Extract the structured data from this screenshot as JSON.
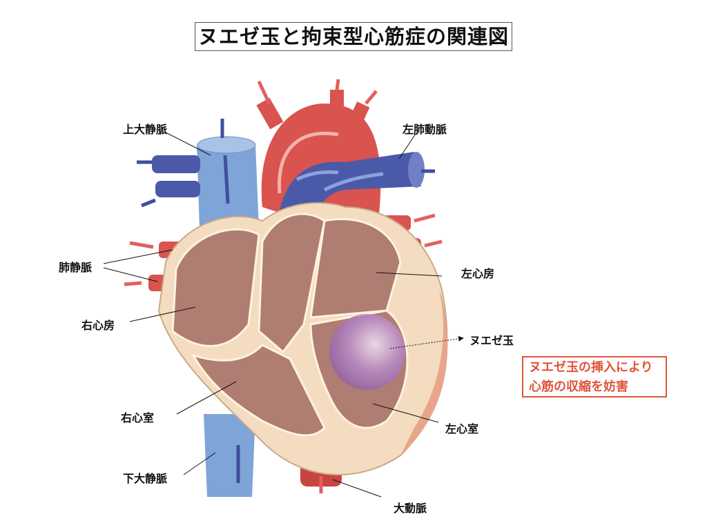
{
  "title": "ヌエゼ玉と拘束型心筋症の関連図",
  "labels": {
    "superior_vena_cava": "上大静脈",
    "left_pulmonary_artery": "左肺動脈",
    "pulmonary_veins": "肺静脈",
    "left_atrium": "左心房",
    "right_atrium": "右心房",
    "nueze_ball": "ヌエゼ玉",
    "right_ventricle": "右心室",
    "left_ventricle": "左心室",
    "inferior_vena_cava": "下大静脈",
    "aorta": "大動脈"
  },
  "note": {
    "line1": "ヌエゼ玉の挿入により",
    "line2": "心筋の収縮を妨害"
  },
  "colors": {
    "vein_blue": "#7fa4d8",
    "artery_red": "#d9534f",
    "arrow_blue": "#3f4ea0",
    "arrow_red": "#e06060",
    "muscle": "#f3dcc0",
    "chamber": "#b07d72",
    "ball": "#a673b8",
    "note_red": "#e0533b"
  }
}
